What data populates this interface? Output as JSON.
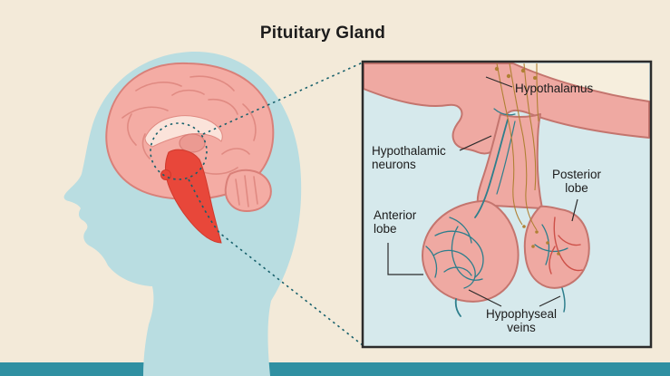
{
  "title": "Pituitary Gland",
  "inset": {
    "labels": {
      "hypothalamus": "Hypothalamus",
      "hypothalamic_neurons": [
        "Hypothalamic",
        "neurons"
      ],
      "posterior_lobe": [
        "Posterior",
        "lobe"
      ],
      "anterior_lobe": [
        "Anterior",
        "lobe"
      ],
      "hypophyseal_veins": [
        "Hypophyseal",
        "veins"
      ]
    }
  },
  "colors": {
    "background": "#f3ead9",
    "footer_bar": "#3090a2",
    "head": "#b9dde1",
    "brain": "#f4aca4",
    "brain_outline": "#d98079",
    "brain_detail": "#e08a82",
    "inner_band": "#fbe3da",
    "highlight_red": "#e8473a",
    "inset_bg": "#d6e9ec",
    "inset_border": "#2b2b2b",
    "tissue": "#efa9a2",
    "tissue_outline": "#c4756e",
    "cream_patch": "#f6eedd",
    "vein_teal": "#2e7e8c",
    "vein_red": "#cd5048",
    "neuron_gold": "#b08034",
    "dotted_teal": "#17606b",
    "text": "#1c1c1c"
  }
}
